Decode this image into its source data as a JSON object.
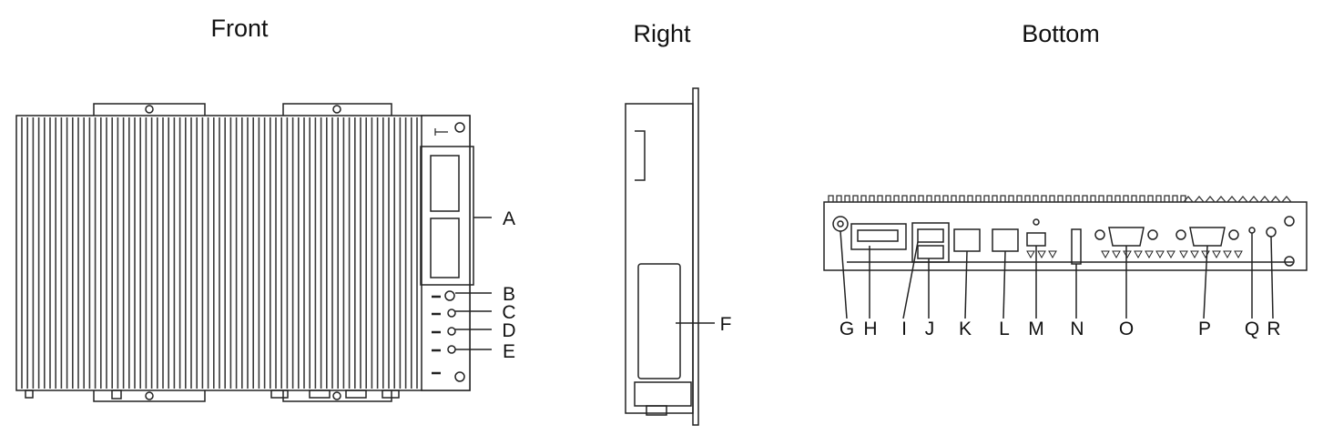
{
  "views": {
    "front": {
      "title": "Front"
    },
    "right": {
      "title": "Right"
    },
    "bottom": {
      "title": "Bottom"
    }
  },
  "callouts": {
    "front": [
      "A",
      "B",
      "C",
      "D",
      "E"
    ],
    "right": [
      "F"
    ],
    "bottom": [
      "G",
      "H",
      "I",
      "J",
      "K",
      "L",
      "M",
      "N",
      "O",
      "P",
      "Q",
      "R"
    ]
  },
  "colors": {
    "line": "#222222",
    "fin": "#3a3a3a",
    "panel": "#ffffff"
  }
}
